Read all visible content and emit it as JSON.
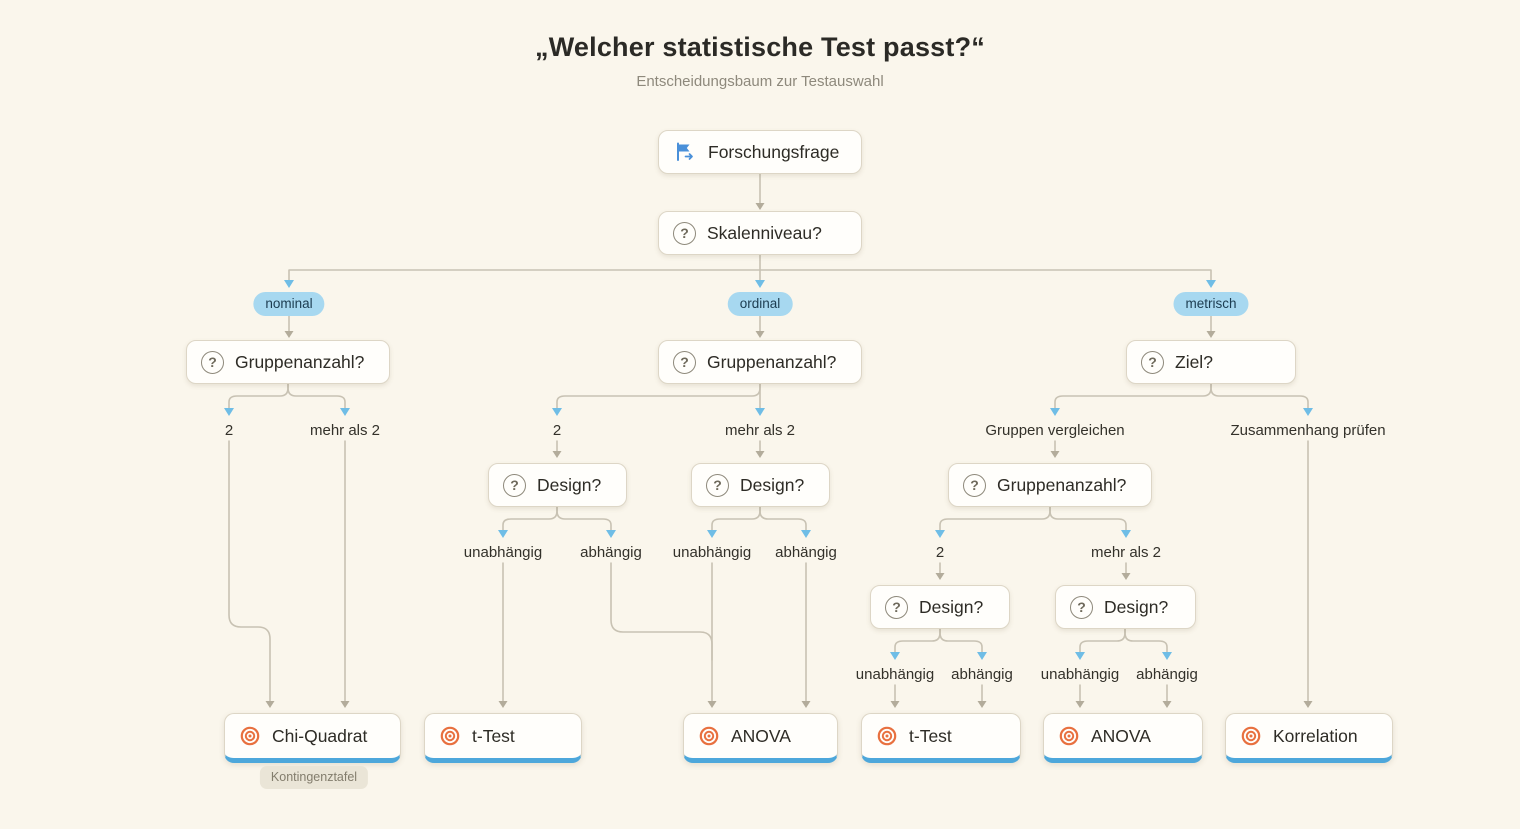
{
  "header": {
    "title": "„Welcher statistische Test passt?“",
    "subtitle": "Entscheidungsbaum zur Testauswahl"
  },
  "icons": {
    "question": "?"
  },
  "nodes": {
    "forschungsfrage": {
      "label": "Forschungsfrage"
    },
    "skalenniveau": {
      "label": "Skalenniveau?"
    },
    "gruppenanzahl_nominal": {
      "label": "Gruppenanzahl?"
    },
    "gruppenanzahl_ordinal": {
      "label": "Gruppenanzahl?"
    },
    "ziel": {
      "label": "Ziel?"
    },
    "design_ordinal_zwei": {
      "label": "Design?"
    },
    "design_ordinal_mehr": {
      "label": "Design?"
    },
    "gruppenanzahl_metrisch": {
      "label": "Gruppenanzahl?"
    },
    "design_metrisch_zwei": {
      "label": "Design?"
    },
    "design_metrisch_mehr": {
      "label": "Design?"
    }
  },
  "pills": {
    "nominal": "nominal",
    "ordinal": "ordinal",
    "metrisch": "metrisch"
  },
  "branch_labels": {
    "nominal_zwei": "2",
    "nominal_mehr": "mehr als 2",
    "ordinal_zwei": "2",
    "ordinal_mehr": "mehr als 2",
    "ziel_gruppen": "Gruppen vergleichen",
    "ziel_zusammenhang": "Zusammenhang prüfen",
    "ordinal_zwei_unabhaengig": "unabhängig",
    "ordinal_zwei_abhaengig": "abhängig",
    "ordinal_mehr_unabhaengig": "unabhängig",
    "ordinal_mehr_abhaengig": "abhängig",
    "metrisch_zwei": "2",
    "metrisch_mehr": "mehr als 2",
    "metrisch_zwei_unabhaengig": "unabhängig",
    "metrisch_zwei_abhaengig": "abhängig",
    "metrisch_mehr_unabhaengig": "unabhängig",
    "metrisch_mehr_abhaengig": "abhängig"
  },
  "results": {
    "chi_quadrat": {
      "label": "Chi-Quadrat",
      "note": "Kontingenztafel"
    },
    "t_test_ordinal": {
      "label": "t-Test"
    },
    "anova_ordinal": {
      "label": "ANOVA"
    },
    "t_test_metrisch": {
      "label": "t-Test"
    },
    "anova_metrisch": {
      "label": "ANOVA"
    },
    "korrelation": {
      "label": "Korrelation"
    }
  },
  "colors": {
    "background": "#faf6ec",
    "node_background": "#fffefb",
    "node_border": "#ddd6c6",
    "connector_gray": "#c8c2b3",
    "arrow_blue": "#6fbde6",
    "pill_blue": "#a7d8f0",
    "result_accent_blue": "#4da7db",
    "target_icon_orange": "#e8703f",
    "flag_icon_blue": "#4a90d9"
  }
}
